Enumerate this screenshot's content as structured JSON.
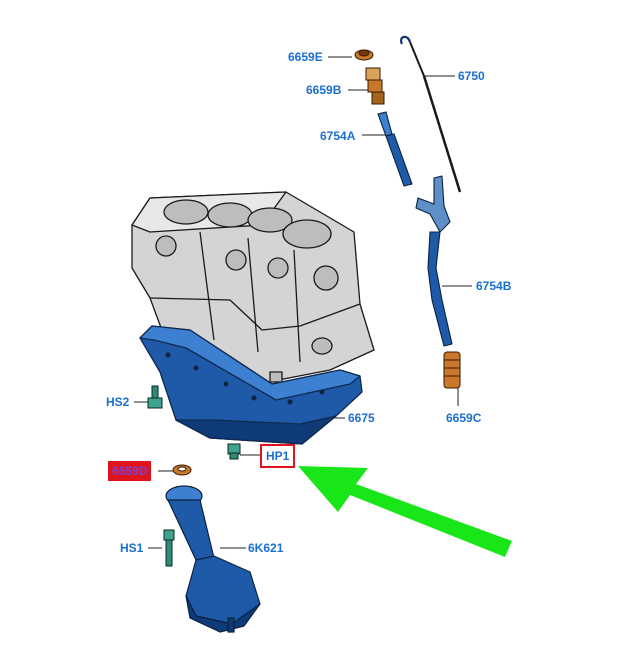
{
  "colors": {
    "label_text": "#1a6fd1",
    "highlight_box": "#e0141b",
    "highlight_fill_text": "#7b3fd6",
    "part_blue": "#1e5aa8",
    "part_blue_dark": "#0f3a78",
    "engine_grey": "#d4d4d4",
    "outline": "#1a1a1a",
    "arrow_green": "#19e619"
  },
  "labels": {
    "p6659E": "6659E",
    "p6750": "6750",
    "p6659B": "6659B",
    "p6754A": "6754A",
    "p6754B": "6754B",
    "p6675": "6675",
    "p6659C": "6659C",
    "HS2": "HS2",
    "HP1": "HP1",
    "p6659D": "6659D",
    "HS1": "HS1",
    "p6K621": "6K621"
  }
}
